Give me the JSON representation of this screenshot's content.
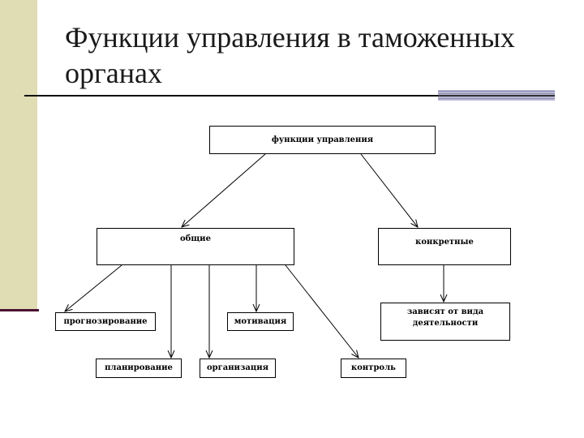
{
  "slide": {
    "title": "Функции управления в таможенных органах"
  },
  "diagram": {
    "root": "функции управления",
    "general": "общие",
    "specific": "конкретные",
    "specific_note": "зависят от вида деятельности",
    "forecasting": "прогнозирование",
    "motivation": "мотивация",
    "planning": "планирование",
    "organization": "организация",
    "control": "контроль"
  }
}
